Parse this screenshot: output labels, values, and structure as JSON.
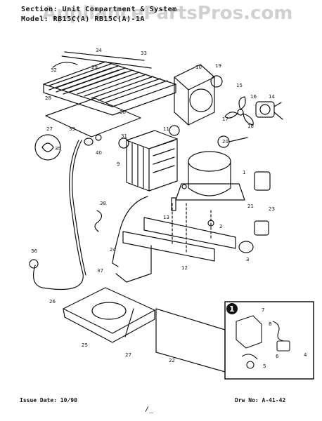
{
  "header": {
    "section_line": "Section:  Unit Compartment & System",
    "model_line": "Model:  RB15C(A)     RB15C(A)-1A"
  },
  "watermark": "AppliancePartsPros.com",
  "callouts": [
    "1",
    "2",
    "3",
    "4",
    "5",
    "6",
    "7",
    "8",
    "9",
    "10",
    "11",
    "12",
    "13",
    "14",
    "15",
    "16",
    "17",
    "18",
    "19",
    "20",
    "21",
    "22",
    "23",
    "24",
    "25",
    "26",
    "27",
    "28",
    "29",
    "30",
    "31",
    "32",
    "33",
    "34",
    "35",
    "36",
    "37",
    "38",
    "39",
    "40"
  ],
  "inset_marker": "1",
  "footer": {
    "issue_date": "Issue Date: 10/90",
    "drawing_no": "Drw No: A-41-42"
  },
  "page_mark": "/_"
}
